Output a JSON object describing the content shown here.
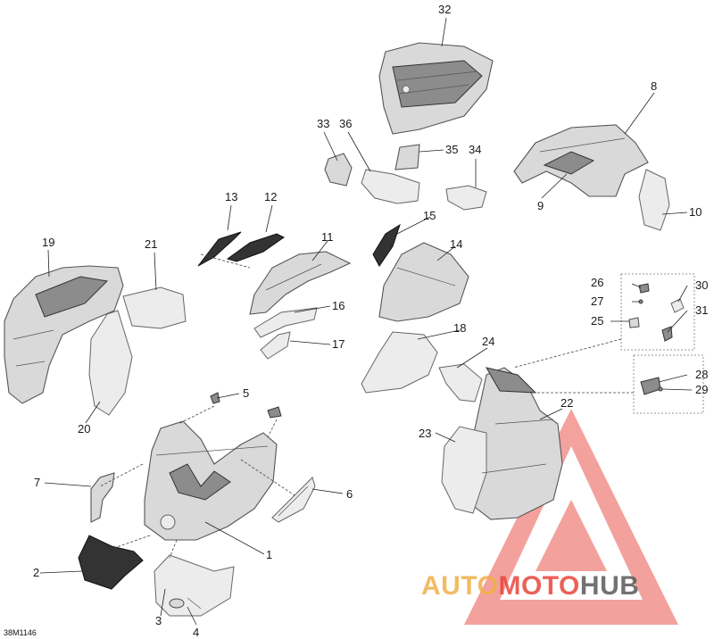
{
  "drawing_id": "38M1146",
  "callouts": {
    "c1": "1",
    "c2": "2",
    "c3": "3",
    "c4": "4",
    "c5": "5",
    "c6": "6",
    "c7": "7",
    "c8": "8",
    "c9": "9",
    "c10": "10",
    "c11": "11",
    "c12": "12",
    "c13": "13",
    "c14": "14",
    "c15": "15",
    "c16": "16",
    "c17": "17",
    "c18": "18",
    "c19": "19",
    "c20": "20",
    "c21": "21",
    "c22": "22",
    "c23": "23",
    "c24": "24",
    "c25": "25",
    "c26": "26",
    "c27": "27",
    "c28": "28",
    "c29": "29",
    "c30": "30",
    "c31": "31",
    "c32": "32",
    "c33": "33",
    "c34": "34",
    "c35": "35",
    "c36": "36"
  },
  "watermark": {
    "part1": "AUTO",
    "part2": "MOTO",
    "part3": "HUB",
    "color_primary": "#e8463c",
    "color_secondary": "#f0b048",
    "color_tertiary": "#5a5a5a"
  }
}
